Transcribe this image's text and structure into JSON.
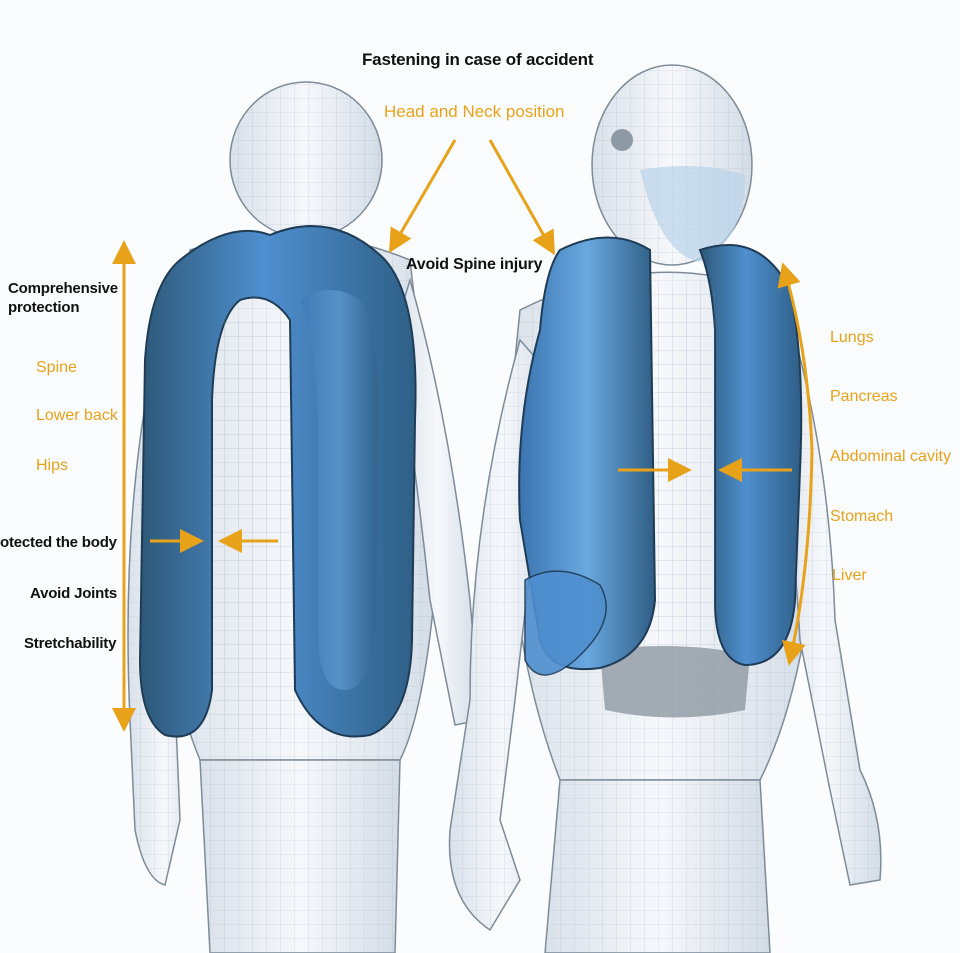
{
  "title": "Fastening in case of accident",
  "head_neck": "Head and Neck position",
  "spine_injury": "Avoid Spine injury",
  "left_labels": {
    "heading_line1": "Comprehensive",
    "heading_line2": "protection",
    "zones": [
      "Spine",
      "Lower back",
      "Hips"
    ],
    "features": [
      "otected the body",
      "Avoid Joints",
      "Stretchability"
    ]
  },
  "right_labels": {
    "organs": [
      "Lungs",
      "Pancreas",
      "Abdominal cavity",
      "Stomach",
      "Liver"
    ]
  },
  "colors": {
    "accent_orange": "#e8a21a",
    "airbag_blue": "#3f7fbf",
    "airbag_dark": "#2e5f86",
    "suit": "#e9eef4",
    "label_dark": "#111111"
  }
}
